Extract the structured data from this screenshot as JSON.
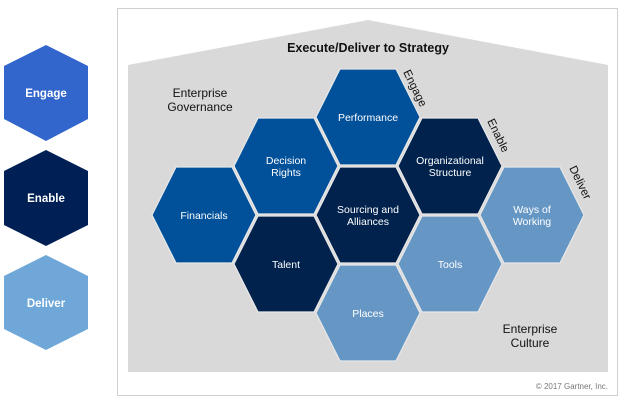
{
  "legend": [
    {
      "label": "Engage",
      "color": "#3366cc"
    },
    {
      "label": "Enable",
      "color": "#001f54"
    },
    {
      "label": "Deliver",
      "color": "#6fa8d8"
    }
  ],
  "diagram": {
    "title": "Execute/Deliver to Strategy",
    "governance": [
      "Enterprise",
      "Governance"
    ],
    "culture": [
      "Enterprise",
      "Culture"
    ],
    "edge_labels": {
      "engage": "Engage",
      "enable": "Enable",
      "deliver": "Deliver"
    },
    "colors": {
      "engage": "#00509a",
      "enable": "#00224d",
      "deliver": "#6697c4",
      "roof": "#d9d9d9"
    },
    "hexes": [
      {
        "lines": [
          "Performance"
        ],
        "group": "engage"
      },
      {
        "lines": [
          "Decision",
          "Rights"
        ],
        "group": "engage"
      },
      {
        "lines": [
          "Organizational",
          "Structure"
        ],
        "group": "enable"
      },
      {
        "lines": [
          "Financials"
        ],
        "group": "engage"
      },
      {
        "lines": [
          "Sourcing and",
          "Alliances"
        ],
        "group": "enable"
      },
      {
        "lines": [
          "Ways of",
          "Working"
        ],
        "group": "deliver"
      },
      {
        "lines": [
          "Talent"
        ],
        "group": "enable"
      },
      {
        "lines": [
          "Tools"
        ],
        "group": "deliver"
      },
      {
        "lines": [
          "Places"
        ],
        "group": "deliver"
      }
    ],
    "copyright": "© 2017 Gartner, Inc."
  }
}
